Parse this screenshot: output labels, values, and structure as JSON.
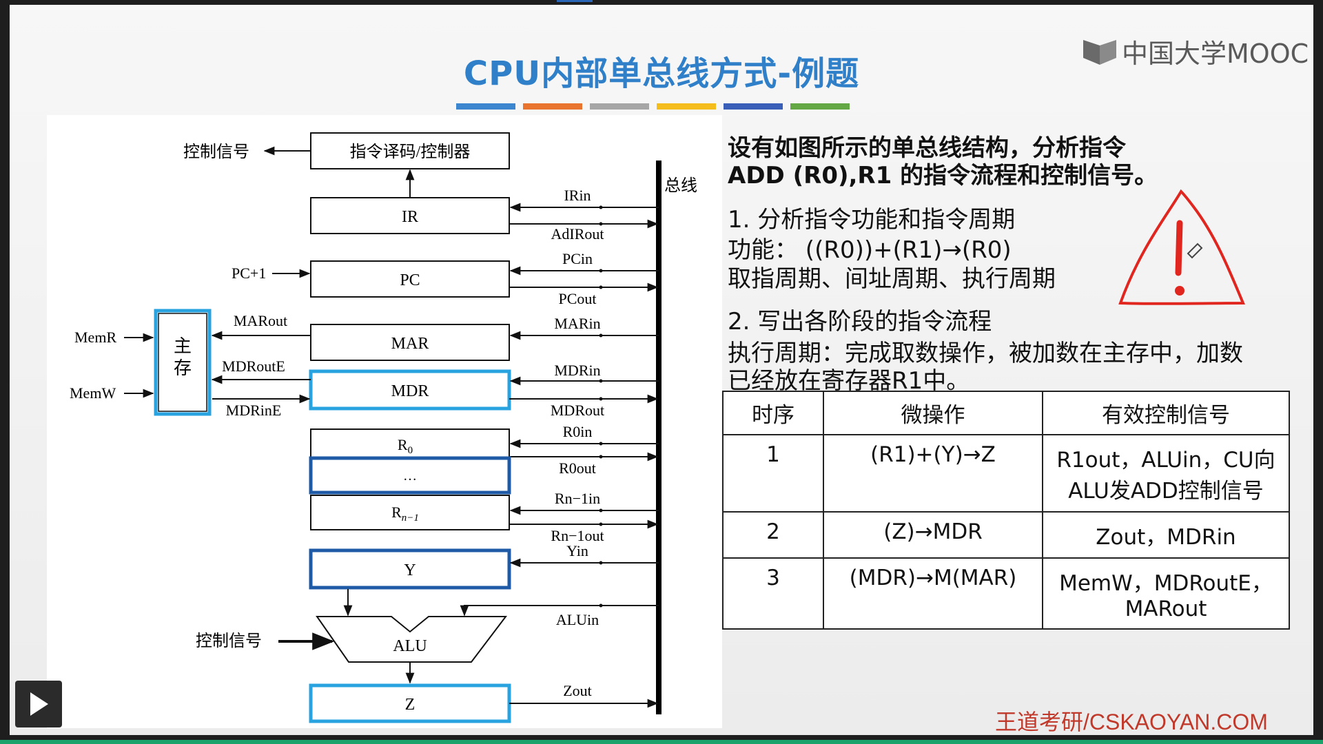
{
  "slide": {
    "title": "CPU内部单总线方式-例题",
    "accent_colors": [
      "#3b86cf",
      "#e8742e",
      "#a6a6a6",
      "#f5bd1b",
      "#3a5fb8",
      "#63a845"
    ],
    "brand": "中国大学MOOC",
    "watermark": "王道考研/CSKAOYAN.COM"
  },
  "diagram": {
    "bus_label": "总线",
    "ctrl_signal_top": "控制信号",
    "ctrl_signal_bottom": "控制信号",
    "decoder": "指令译码/控制器",
    "ir": "IR",
    "pc": "PC",
    "mar": "MAR",
    "mdr": "MDR",
    "r0": "R",
    "r0_sub": "0",
    "dots": "…",
    "rn": "R",
    "rn_sub": "n−1",
    "y": "Y",
    "alu": "ALU",
    "z": "Z",
    "mem_line1": "主",
    "mem_line2": "存",
    "memr": "MemR",
    "memw": "MemW",
    "pc_plus": "PC+1",
    "sig_irin": "IRin",
    "sig_adirout": "AdIRout",
    "sig_pcin": "PCin",
    "sig_pcout": "PCout",
    "sig_marin": "MARin",
    "sig_mdrin": "MDRin",
    "sig_mdrout": "MDRout",
    "sig_r0in": "R0in",
    "sig_r0out": "R0out",
    "sig_rnin": "Rn−1in",
    "sig_rnout": "Rn−1out",
    "sig_yin": "Yin",
    "sig_aluin": "ALUin",
    "sig_zout": "Zout",
    "sig_marout": "MARout",
    "sig_mdroute": "MDRoutE",
    "sig_mdrine": "MDRinE"
  },
  "question": {
    "line1": "设有如图所示的单总线结构，分析指令",
    "line2": "ADD (R0),R1 的指令流程和控制信号。",
    "step1": "1.  分析指令功能和指令周期",
    "func": "功能：  ((R0))+(R1)→(R0)",
    "cycles": "取指周期、间址周期、执行周期",
    "step2": "2.  写出各阶段的指令流程",
    "exec1": "执行周期：完成取数操作，被加数在主存中，加数",
    "exec2": "已经放在寄存器R1中。"
  },
  "table": {
    "headers": [
      "时序",
      "微操作",
      "有效控制信号"
    ],
    "rows": [
      {
        "seq": "1",
        "op": "(R1)+(Y)→Z",
        "sig1": "R1out，ALUin，CU向",
        "sig2": "ALU发ADD控制信号"
      },
      {
        "seq": "2",
        "op": "(Z)→MDR",
        "sig1": "Zout，MDRin",
        "sig2": ""
      },
      {
        "seq": "3",
        "op": "(MDR)→M(MAR)",
        "sig1": "MemW，MDRoutE，",
        "sig2": "MARout"
      }
    ]
  }
}
